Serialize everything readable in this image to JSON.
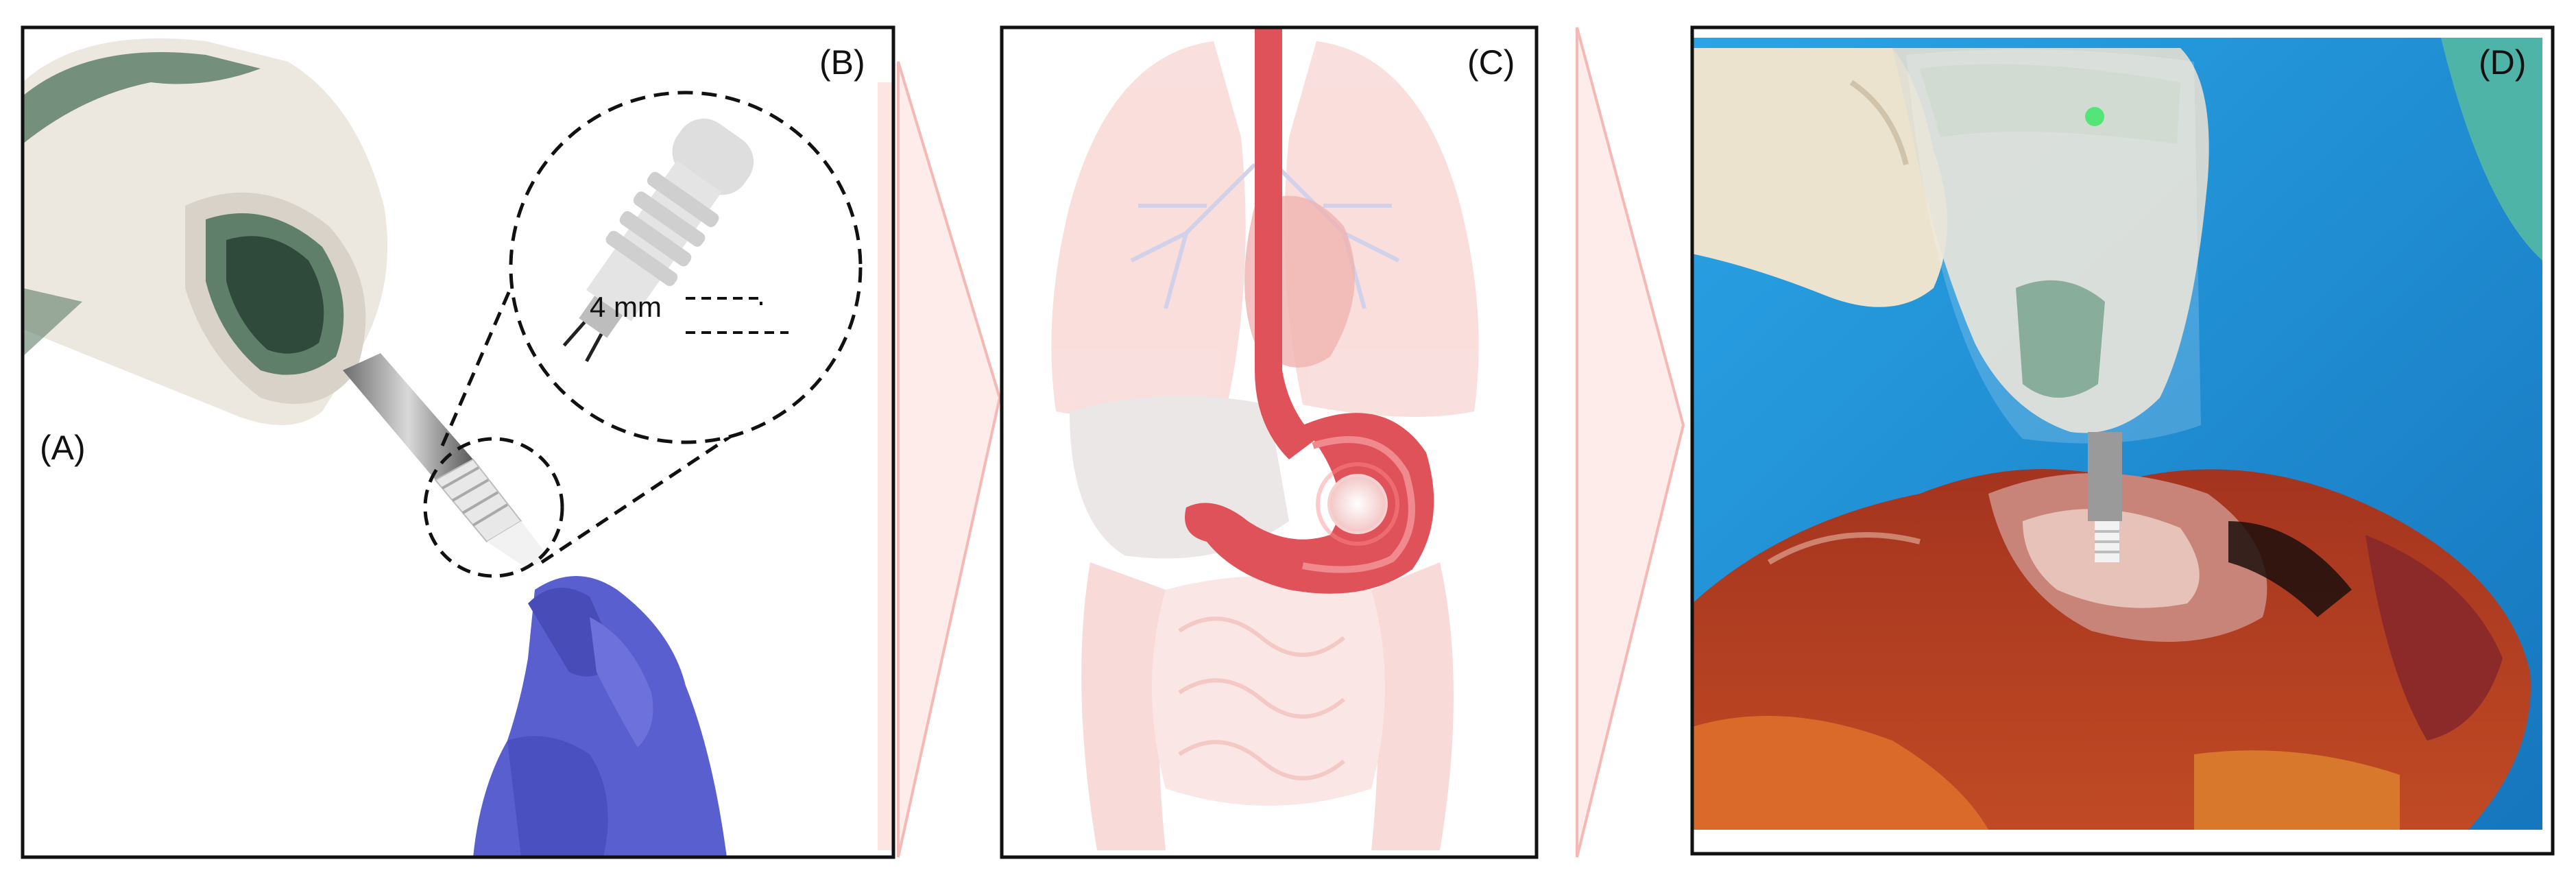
{
  "panels": {
    "a": {
      "label": "(A)"
    },
    "b": {
      "label": "(B)",
      "dimension": "4 mm"
    },
    "c": {
      "label": "(C)"
    },
    "d": {
      "label": "(D)"
    }
  },
  "colors": {
    "frame": "#111111",
    "arrow": "#f6b8b4",
    "glove": "#5a5fcf",
    "probe_body": "#e9e4dc",
    "probe_accent": "#5f7f6a",
    "organ_pink": "#f4c7c4",
    "stomach_red": "#e0525a",
    "drape_blue": "#1f8fd6",
    "tissue_red": "#b3341f"
  }
}
